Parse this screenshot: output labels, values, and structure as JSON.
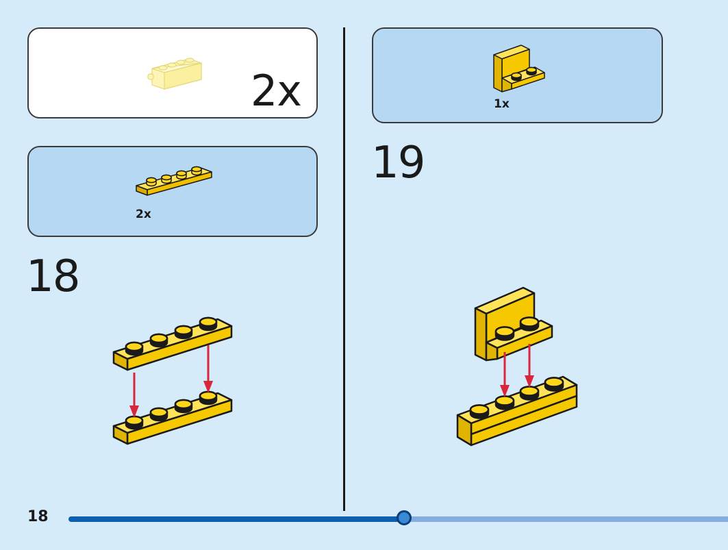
{
  "left_panel": {
    "submodel_box": {
      "count": "2x"
    },
    "parts_box": {
      "qty": "2x"
    },
    "step_number": "18"
  },
  "right_panel": {
    "parts_box": {
      "qty": "1x"
    },
    "step_number": "19"
  },
  "footer": {
    "page_number": "18",
    "progress": 0.49
  },
  "colors": {
    "background": "#d6ebfa",
    "parts_box": "#b6d8f3",
    "brick_yellow": "#ffd61a",
    "arrow_red": "#d8263a",
    "progress_done": "#0a5fae",
    "progress_rest": "#85aee0"
  }
}
